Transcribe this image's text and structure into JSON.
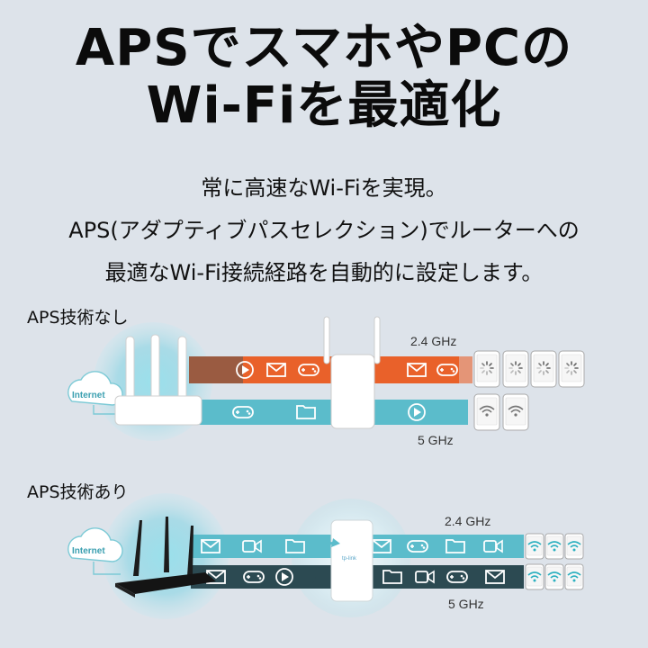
{
  "headline": {
    "line1": "APSでスマホやPCの",
    "line2": "Wi-Fiを最適化"
  },
  "subtext": {
    "line1": "常に高速なWi-Fiを実現。",
    "line2": "APS(アダプティブパスセレクション)でルーターへの",
    "line3": "最適なWi-Fi接続経路を自動的に設定します。"
  },
  "without": {
    "label": "APS技術なし",
    "band_24": "2.4 GHz",
    "band_5": "5 GHz",
    "internet_label": "Internet"
  },
  "with": {
    "label": "APS技術あり",
    "band_24": "2.4 GHz",
    "band_5": "5 GHz",
    "internet_label": "Internet",
    "extender_brand": "tp-link"
  },
  "colors": {
    "background": "#dde3ea",
    "orange_band": "#e9612a",
    "teal_band": "#5bbccb",
    "dark_band": "#2c4a52",
    "glow": "#6fd0e0"
  },
  "icons": {
    "stream": "play-icon",
    "mail": "mail-icon",
    "game": "gamepad-icon",
    "file": "folder-icon",
    "video": "video-camera-icon",
    "loading": "loading-spinner-icon",
    "wifi": "wifi-icon"
  }
}
